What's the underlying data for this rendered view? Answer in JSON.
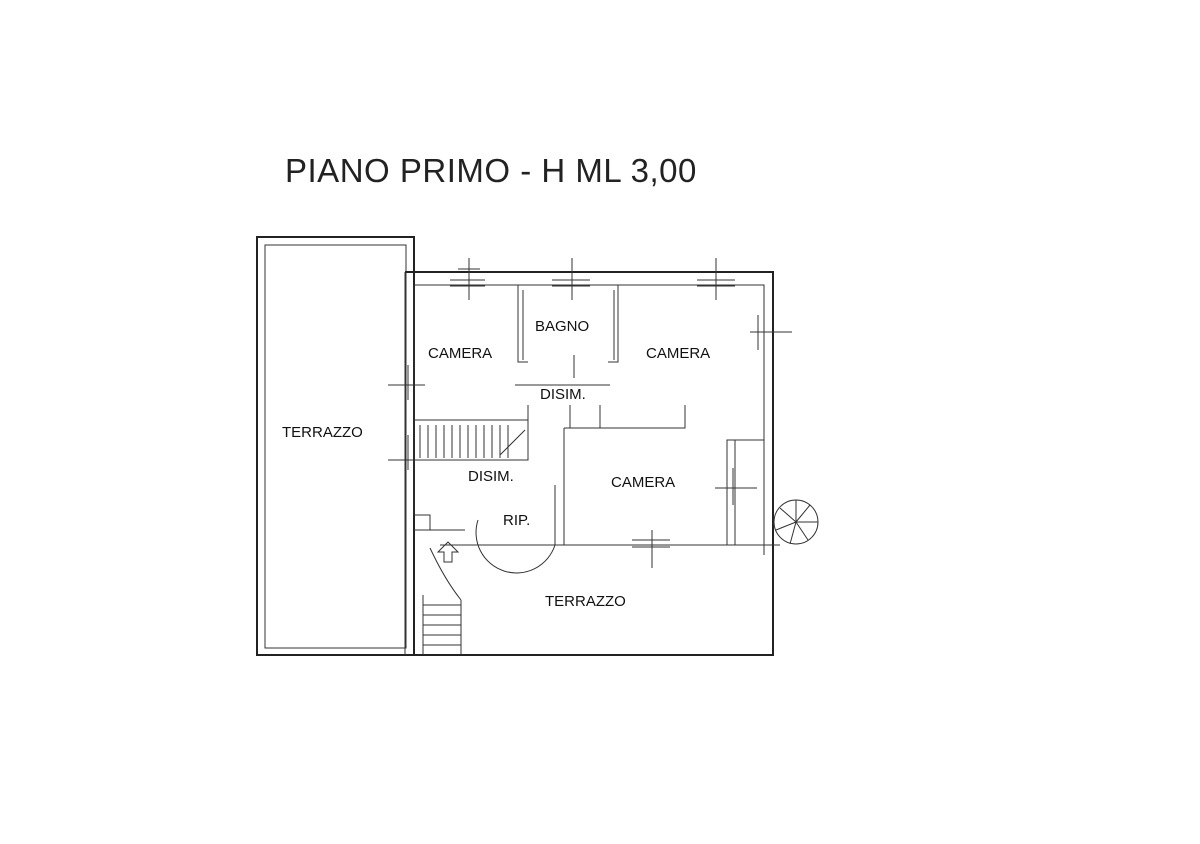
{
  "title": "PIANO PRIMO - H ML 3,00",
  "rooms": {
    "terrazzo_left": "TERRAZZO",
    "camera_left": "CAMERA",
    "bagno": "BAGNO",
    "camera_right": "CAMERA",
    "disim_upper": "DISIM.",
    "disim_lower": "DISIM.",
    "camera_bottom": "CAMERA",
    "rip": "RIP.",
    "terrazzo_bottom": "TERRAZZO"
  }
}
